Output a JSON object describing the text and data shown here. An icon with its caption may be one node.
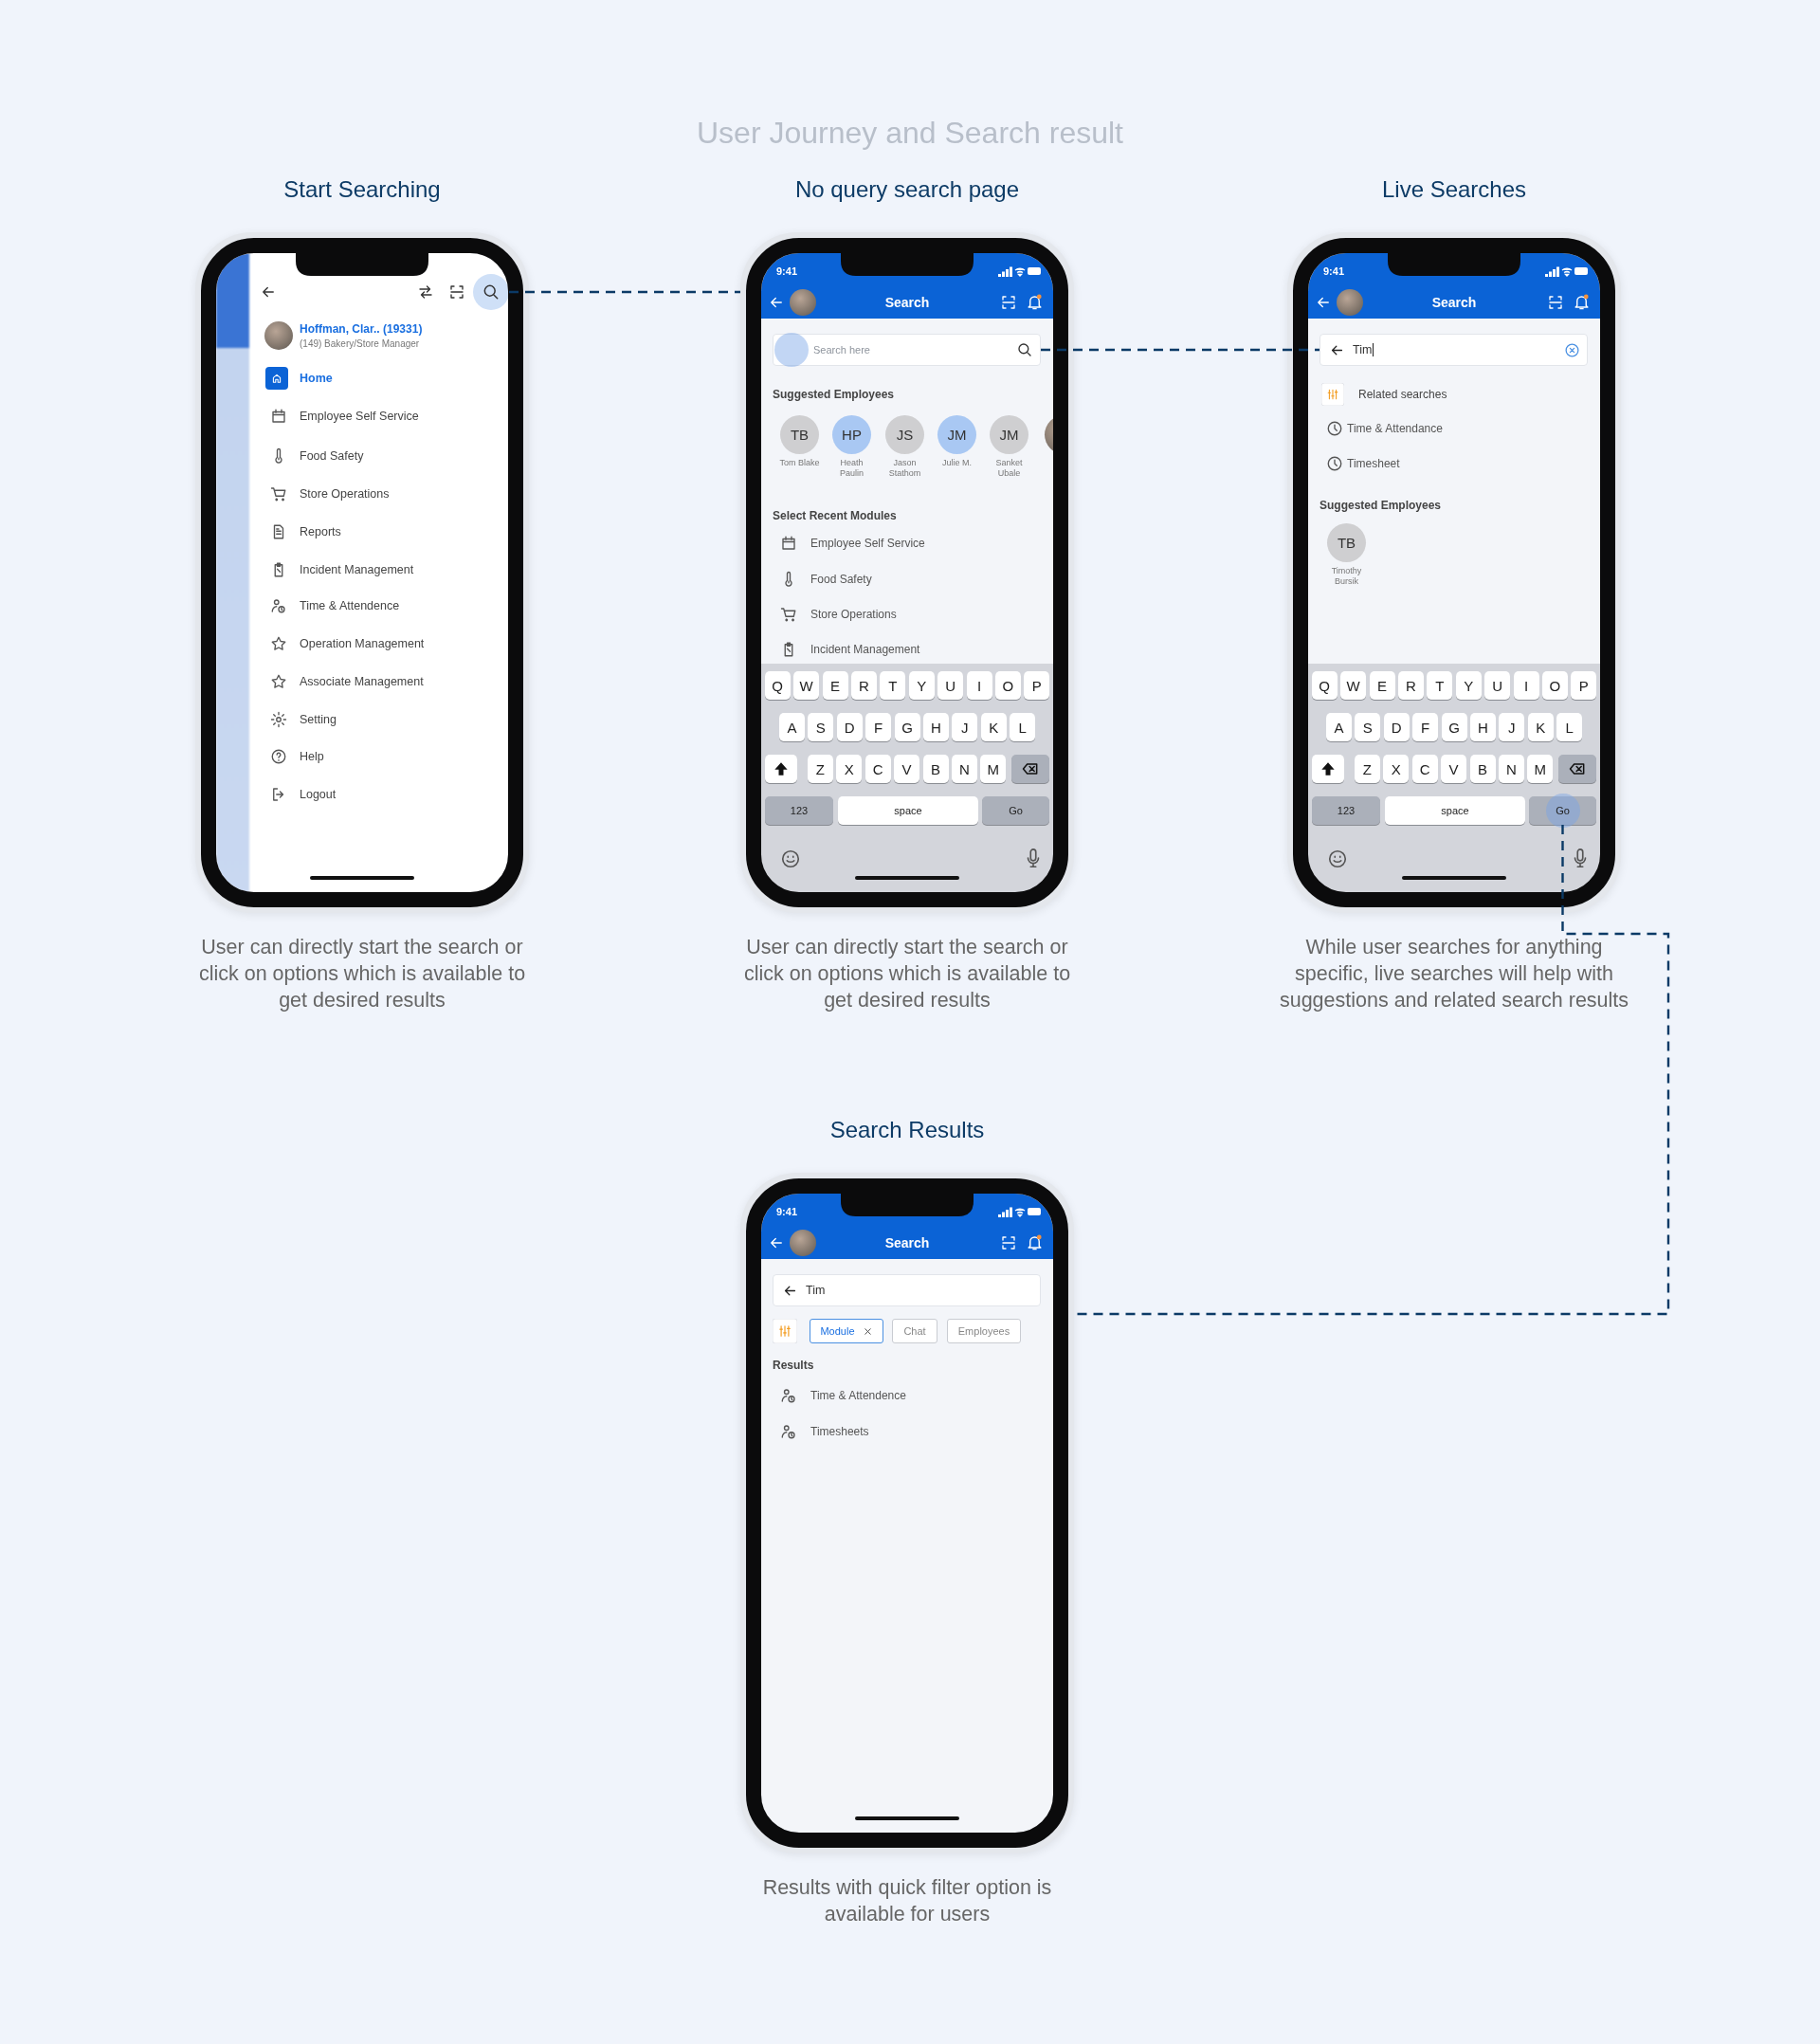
{
  "diagram": {
    "title": "User Journey and Search result",
    "nodes": [
      {
        "text": [
          "Start Searching"
        ],
        "beside": [
          "User can directly start the search or click on options which is available to get desired results"
        ]
      },
      {
        "text": [],
        "shape": "circle",
        "in": 0
      },
      {
        "text": [
          "No query search page"
        ],
        "beside": [
          "User can directly start the search or click on options which is available to get desired results"
        ]
      },
      {
        "text": [
          "Search here"
        ],
        "in": 2
      },
      {
        "text": [
          "TB"
        ],
        "beside": [
          "Tom Blake"
        ],
        "in": 2
      },
      {
        "text": [
          "HP"
        ],
        "beside": [
          "Heath Paulin"
        ],
        "in": 2
      },
      {
        "text": [
          "JS"
        ],
        "beside": [
          "Jason Stathom"
        ],
        "in": 2
      },
      {
        "text": [
          "JM"
        ],
        "beside": [
          "Julie M."
        ],
        "in": 2
      },
      {
        "text": [
          "JM"
        ],
        "beside": [
          "Sanket Ubale"
        ],
        "in": 2
      },
      {
        "text": [],
        "shape": "circle",
        "in": 2
      },
      {
        "text": [
          "Q"
        ],
        "in": 2
      },
      {
        "text": [
          "W"
        ],
        "in": 2
      },
      {
        "text": [
          "E"
        ],
        "in": 2
      },
      {
        "text": [
          "R"
        ],
        "in": 2
      },
      {
        "text": [
          "T"
        ],
        "in": 2
      },
      {
        "text": [
          "Y"
        ],
        "in": 2
      },
      {
        "text": [
          "U"
        ],
        "in": 2
      },
      {
        "text": [
          "I"
        ],
        "in": 2
      },
      {
        "text": [
          "O"
        ],
        "in": 2
      },
      {
        "text": [
          "P"
        ],
        "in": 2
      },
      {
        "text": [
          "A"
        ],
        "in": 2
      },
      {
        "text": [
          "S"
        ],
        "in": 2
      },
      {
        "text": [
          "D"
        ],
        "in": 2
      },
      {
        "text": [
          "F"
        ],
        "in": 2
      },
      {
        "text": [
          "G"
        ],
        "in": 2
      },
      {
        "text": [
          "H"
        ],
        "in": 2
      },
      {
        "text": [
          "J"
        ],
        "in": 2
      },
      {
        "text": [
          "K"
        ],
        "in": 2
      },
      {
        "text": [
          "L"
        ],
        "in": 2
      },
      {
        "text": [],
        "shape": "box",
        "in": 2
      },
      {
        "text": [
          "Z"
        ],
        "in": 2
      },
      {
        "text": [
          "X"
        ],
        "in": 2
      },
      {
        "text": [
          "C"
        ],
        "in": 2
      },
      {
        "text": [
          "V"
        ],
        "in": 2
      },
      {
        "text": [
          "B"
        ],
        "in": 2
      },
      {
        "text": [
          "N"
        ],
        "in": 2
      },
      {
        "text": [
          "M"
        ],
        "in": 2
      },
      {
        "text": [],
        "shape": "box",
        "in": 2
      },
      {
        "text": [
          "123"
        ],
        "in": 2
      },
      {
        "text": [
          "space"
        ],
        "in": 2
      },
      {
        "text": [
          "Go"
        ],
        "in": 2
      },
      {
        "text": [
          "Live Searches"
        ],
        "beside": [
          "While user searches for anything specific, live searches will help with suggestions and related search results"
        ]
      },
      {
        "text": [
          "Tim"
        ],
        "in": 41
      },
      {
        "text": [
          "TB"
        ],
        "beside": [
          "Timothy Bursik"
        ],
        "in": 41
      },
      {
        "text": [
          "Q"
        ],
        "in": 41
      },
      {
        "text": [
          "W"
        ],
        "in": 41
      },
      {
        "text": [
          "E"
        ],
        "in": 41
      },
      {
        "text": [
          "R"
        ],
        "in": 41
      },
      {
        "text": [
          "T"
        ],
        "in": 41
      },
      {
        "text": [
          "Y"
        ],
        "in": 41
      },
      {
        "text": [
          "U"
        ],
        "in": 41
      },
      {
        "text": [
          "I"
        ],
        "in": 41
      },
      {
        "text": [
          "O"
        ],
        "in": 41
      },
      {
        "text": [
          "P"
        ],
        "in": 41
      },
      {
        "text": [
          "A"
        ],
        "in": 41
      },
      {
        "text": [
          "S"
        ],
        "in": 41
      },
      {
        "text": [
          "D"
        ],
        "in": 41
      },
      {
        "text": [
          "F"
        ],
        "in": 41
      },
      {
        "text": [
          "G"
        ],
        "in": 41
      },
      {
        "text": [
          "H"
        ],
        "in": 41
      },
      {
        "text": [
          "J"
        ],
        "in": 41
      },
      {
        "text": [
          "K"
        ],
        "in": 41
      },
      {
        "text": [
          "L"
        ],
        "in": 41
      },
      {
        "text": [],
        "shape": "box",
        "in": 41
      },
      {
        "text": [
          "Z"
        ],
        "in": 41
      },
      {
        "text": [
          "X"
        ],
        "in": 41
      },
      {
        "text": [
          "C"
        ],
        "in": 41
      },
      {
        "text": [
          "V"
        ],
        "in": 41
      },
      {
        "text": [
          "B"
        ],
        "in": 41
      },
      {
        "text": [
          "N"
        ],
        "in": 41
      },
      {
        "text": [
          "M"
        ],
        "in": 41
      },
      {
        "text": [],
        "shape": "box",
        "in": 41
      },
      {
        "text": [
          "123"
        ],
        "in": 41
      },
      {
        "text": [
          "space"
        ],
        "in": 41
      },
      {
        "text": [
          "Go"
        ],
        "in": 41
      },
      {
        "text": [
          "Search Results"
        ],
        "beside": [
          "Results with quick filter option is available for users"
        ]
      },
      {
        "text": [
          "Tim"
        ],
        "in": 75
      },
      {
        "text": [
          "Module"
        ],
        "in": 75
      },
      {
        "text": [
          "Chat"
        ],
        "in": 75
      },
      {
        "text": [
          "Employees"
        ],
        "in": 75
      }
    ],
    "edges": [
      {
        "from": 1,
        "to": 2,
        "arrow": "none",
        "style": "dashed"
      },
      {
        "from": 3,
        "to": 42,
        "arrow": "none",
        "style": "dashed"
      },
      {
        "from": 74,
        "to": 75,
        "arrow": "none",
        "style": "dashed"
      }
    ],
    "labels": [
      "Hoffman, Clar.. (19331)",
      "(149) Bakery/Store Manager",
      "Home",
      "Employee Self Service",
      "Food Safety",
      "Store Operations",
      "Reports",
      "Incident Management",
      "Time & Attendence",
      "Operation Management",
      "Associate Management",
      "Setting",
      "Help",
      "Logout",
      "9:41",
      "Search",
      "Suggested Employees",
      "Select Recent Modules",
      "Employee Self Service",
      "Food Safety",
      "Store Operations",
      "Incident Management",
      "9:41",
      "Search",
      "Related searches",
      "Time & Attendance",
      "Timesheet",
      "Suggested Employees",
      "9:41",
      "Search",
      "Results",
      "Time & Attendence",
      "Timesheets"
    ]
  }
}
